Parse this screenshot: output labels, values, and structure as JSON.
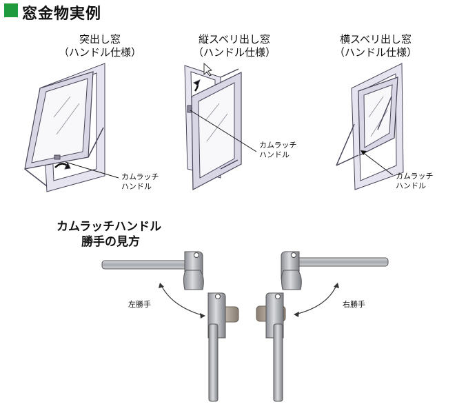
{
  "header": {
    "title": "窓金物実例",
    "accent_color": "#1f9a3c"
  },
  "windows": [
    {
      "title_line1": "突出し窓",
      "title_line2": "（ハンドル仕様）",
      "callout_line1": "カムラッチ",
      "callout_line2": "ハンドル"
    },
    {
      "title_line1": "縦スベリ出し窓",
      "title_line2": "（ハンドル仕様）",
      "callout_line1": "カムラッチ",
      "callout_line2": "ハンドル"
    },
    {
      "title_line1": "横スベリ出し窓",
      "title_line2": "（ハンドル仕様）",
      "callout_line1": "カムラッチ",
      "callout_line2": "ハンドル"
    }
  ],
  "handle_section": {
    "title_line1": "カムラッチハンドル",
    "title_line2": "勝手の見方",
    "left_label": "左勝手",
    "right_label": "右勝手"
  }
}
